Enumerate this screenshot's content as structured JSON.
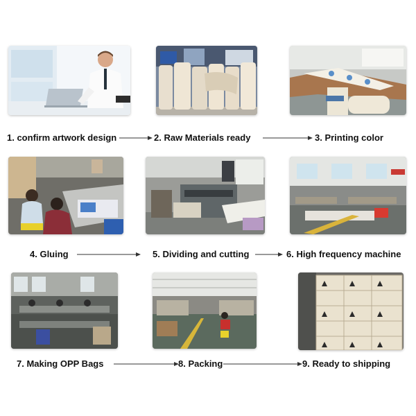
{
  "process": {
    "steps": [
      {
        "label": "1. confirm artwork design",
        "photo": "office-designer-photo"
      },
      {
        "label": "2. Raw Materials ready",
        "photo": "paper-rolls-photo"
      },
      {
        "label": "3. Printing color",
        "photo": "printing-table-photo"
      },
      {
        "label": "4.  Gluing",
        "photo": "gluing-workers-photo"
      },
      {
        "label": "5. Dividing and cutting",
        "photo": "cutting-machine-photo"
      },
      {
        "label": "6. High frequency machine",
        "photo": "factory-floor-photo"
      },
      {
        "label": "7. Making OPP  Bags",
        "photo": "bag-workshop-photo"
      },
      {
        "label": "8.  Packing",
        "photo": "packing-hall-photo"
      },
      {
        "label": "9. Ready to shipping",
        "photo": "carton-stack-photo"
      }
    ]
  },
  "colors": {
    "text": "#111111",
    "arrow": "#333333",
    "background": "#ffffff"
  }
}
